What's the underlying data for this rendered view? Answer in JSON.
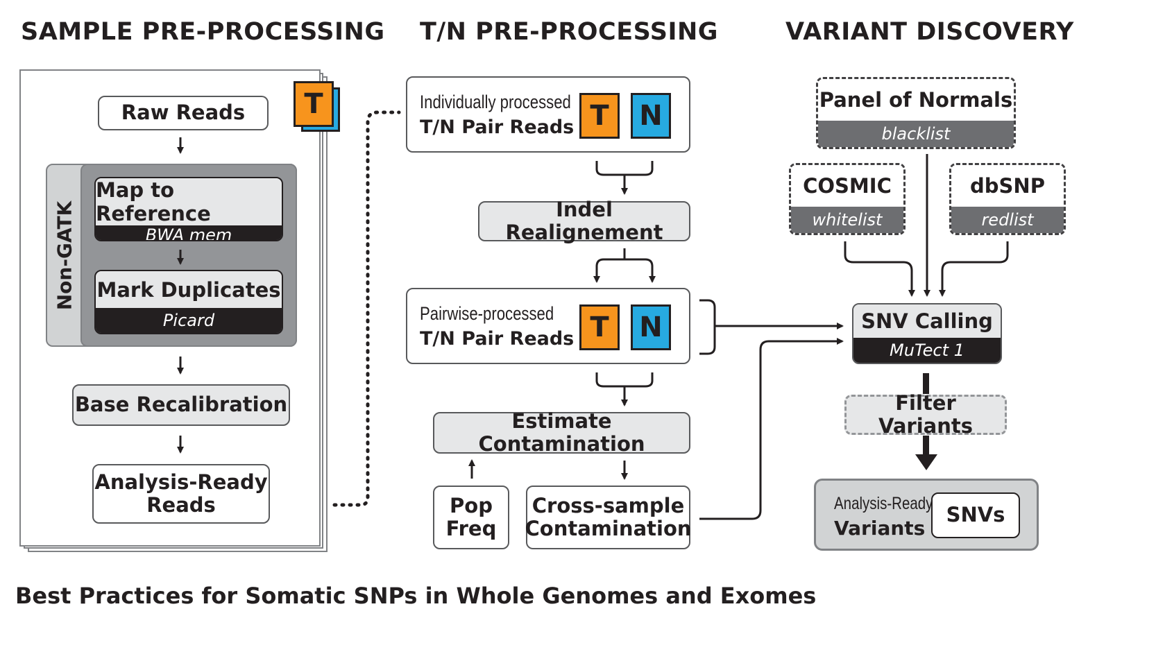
{
  "sections": {
    "sample": "SAMPLE PRE-PROCESSING",
    "tn": "T/N PRE-PROCESSING",
    "variant": "VARIANT DISCOVERY"
  },
  "sample": {
    "raw_reads": "Raw Reads",
    "non_gatk": "Non-GATK",
    "map_ref": "Map to Reference",
    "map_tool": "BWA mem",
    "mark_dup": "Mark Duplicates",
    "mark_tool": "Picard",
    "base_recal": "Base Recalibration",
    "analysis_ready_l1": "Analysis-Ready",
    "analysis_ready_l2": "Reads",
    "stack_tag": "T"
  },
  "tn": {
    "indiv_l1": "Individually processed",
    "indiv_l2": "T/N Pair Reads",
    "indel": "Indel Realignement",
    "pair_l1": "Pairwise-processed",
    "pair_l2": "T/N Pair Reads",
    "t_label": "T",
    "n_label": "N",
    "estimate": "Estimate Contamination",
    "pop_l1": "Pop",
    "pop_l2": "Freq",
    "cross_l1": "Cross-sample",
    "cross_l2": "Contamination"
  },
  "variant": {
    "pon": "Panel of Normals",
    "pon_sub": "blacklist",
    "cosmic": "COSMIC",
    "cosmic_sub": "whitelist",
    "dbsnp": "dbSNP",
    "dbsnp_sub": "redlist",
    "snv": "SNV Calling",
    "snv_tool": "MuTect 1",
    "filter": "Filter Variants",
    "ar_l1": "Analysis-Ready",
    "ar_l2": "Variants",
    "snvs": "SNVs"
  },
  "caption": "Best Practices for Somatic SNPs in Whole Genomes and Exomes",
  "colors": {
    "tumor": "#f7941d",
    "normal": "#27aae1",
    "dark": "#231f20",
    "grey_box": "#e6e7e8",
    "mid_grey": "#808285",
    "light_grey": "#d1d3d4"
  }
}
